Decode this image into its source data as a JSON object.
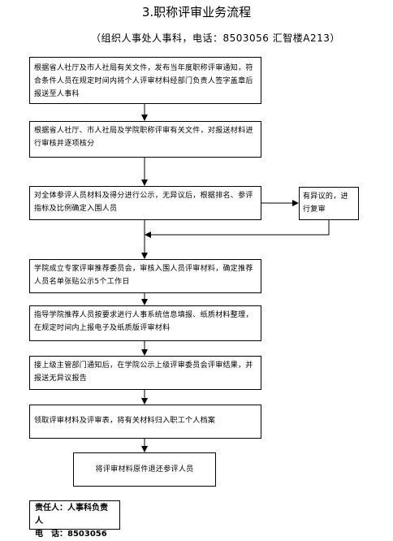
{
  "title": "3.职称评审业务流程",
  "subtitle": "（组织人事处人事科，电话：8503056 汇智楼A213）",
  "steps": [
    "根据省人社厅及市人社局有关文件，发布当年度职称评审通知，符合条件人员在规定时间内将个人评审材料经部门负责人签字盖章后报送至人事科",
    "根据省人社厅、市人社局及学院职称评审有关文件，对报送材料进行审核并逐项核分",
    "对全体参评人员材料及得分进行公示，无异议后，根据排名、参评指标及比例确定入围人员",
    "有异议的，进行复审",
    "学院成立专家评审推荐委员会，审核入围人员评审材料，确定推荐人员名单张贴公示5个工作日",
    "指导学院推荐人员按要求进行人事系统信息填报、纸质材料整理，在规定时间内上报电子及纸质版评审材料",
    "接上级主管部门通知后，在学院公示上级评审委员会评审结果，并报送无异议报告",
    "领取评审材料及评审表，将有关材料归入职工个人档案",
    "将评审材料原件退还参评人员"
  ],
  "responsible": {
    "person_line": "责任人：人事科负责人",
    "phone_line": "电　话：8503056"
  }
}
